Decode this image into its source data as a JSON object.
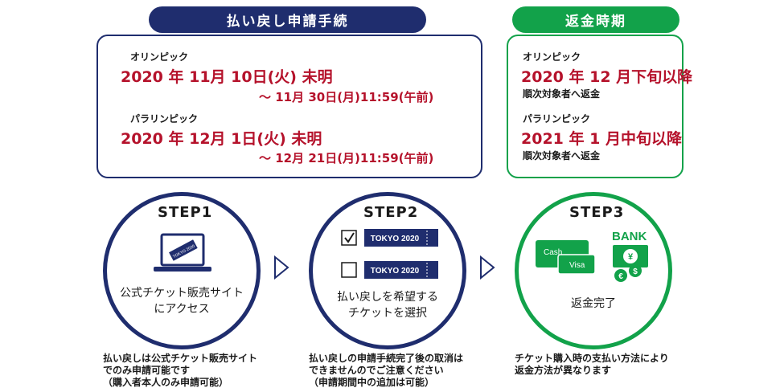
{
  "header": {
    "application_title": "払い戻し申請手続",
    "refund_title": "返金時期"
  },
  "application": {
    "olympic_label": "オリンピック",
    "olympic_start": "2020 年 11月 10日(火)  未明",
    "olympic_end": "〜 11月 30日(月)11:59(午前)",
    "paralympic_label": "パラリンピック",
    "paralympic_start": "2020 年 12月 1日(火)   未明",
    "paralympic_end": "〜 12月 21日(月)11:59(午前)"
  },
  "refund": {
    "olympic_label": "オリンピック",
    "olympic_date": "2020 年 12 月下旬以降",
    "olympic_sub": "順次対象者へ返金",
    "paralympic_label": "パラリンピック",
    "paralympic_date": "2021 年 1 月中旬以降",
    "paralympic_sub": "順次対象者へ返金"
  },
  "steps": [
    {
      "title": "STEP1",
      "text_line1": "公式チケット販売サイト",
      "text_line2": "にアクセス",
      "ticket_label": "TOKYO 2020",
      "note_line1": "払い戻しは公式チケット販売サイト",
      "note_line2": "でのみ申請可能です",
      "note_line3": "（購入者本人のみ申請可能）"
    },
    {
      "title": "STEP2",
      "text_line1": "払い戻しを希望する",
      "text_line2": "チケットを選択",
      "ticket_label_1": "TOKYO 2020",
      "ticket_label_2": "TOKYO 2020",
      "note_line1": "払い戻しの申請手続完了後の取消は",
      "note_line2": "できませんのでご注意ください",
      "note_line3": "（申請期間中の追加は可能）"
    },
    {
      "title": "STEP3",
      "text_line1": "返金完了",
      "card_cash": "Cash",
      "card_visa": "Visa",
      "bank_label": "BANK",
      "note_line1": "チケット購入時の支払い方法により",
      "note_line2": "返金方法が異なります"
    }
  ],
  "colors": {
    "navy": "#1f2d6e",
    "green": "#12a24a",
    "red": "#b5122b"
  },
  "icons": [
    "laptop-icon",
    "checkbox-checked-icon",
    "checkbox-empty-icon",
    "ticket-icon",
    "card-icon",
    "bank-icon",
    "arrow-right-icon"
  ]
}
